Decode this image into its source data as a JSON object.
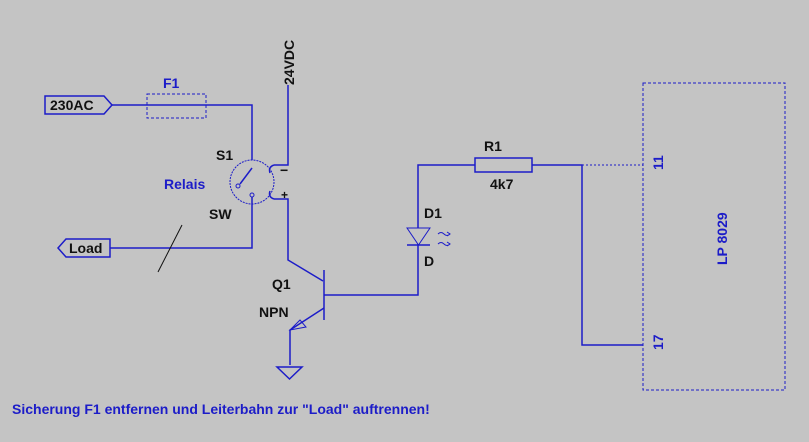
{
  "labels": {
    "input_230": "230AC",
    "fuse": "F1",
    "supply": "24VDC",
    "switch_name": "S1",
    "switch_type": "Relais",
    "switch_model": "SW",
    "output_load": "Load",
    "minus": "−",
    "plus": "+",
    "transistor_name": "Q1",
    "transistor_type": "NPN",
    "diode_name": "D1",
    "diode_type": "D",
    "resistor_name": "R1",
    "resistor_value": "4k7",
    "pin_11": "11",
    "pin_17": "17",
    "board": "LP 8029"
  },
  "note": "Sicherung F1 entfernen und Leiterbahn zur \"Load\" auftrennen!"
}
